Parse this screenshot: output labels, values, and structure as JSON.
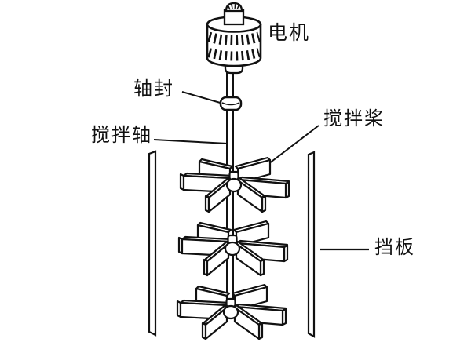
{
  "diagram": {
    "type": "stirred-tank-agitator-schematic",
    "labels": {
      "motor": "电机",
      "shaft_seal": "轴封",
      "stirring_shaft": "搅拌轴",
      "stirring_paddle": "搅拌桨",
      "baffle": "挡板"
    },
    "impeller_count": 3,
    "baffle_count": 2,
    "colors": {
      "ink": "#111111",
      "background": "#ffffff"
    }
  }
}
